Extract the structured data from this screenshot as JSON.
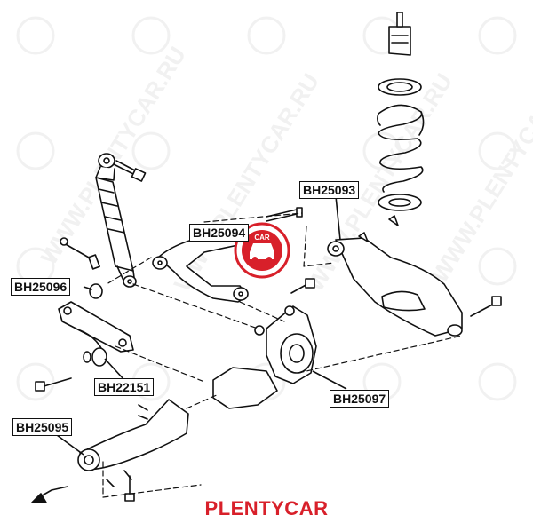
{
  "watermark": {
    "text": "WWW.PLENTYCAR.RU",
    "color": "#e6e6e6"
  },
  "logo": {
    "text": "CAR",
    "color": "#d8202a"
  },
  "labels": {
    "bh25093": "BH25093",
    "bh25094": "BH25094",
    "bh25096": "BH25096",
    "bh22151": "BH22151",
    "bh25097": "BH25097",
    "bh25095": "BH25095"
  },
  "brand": {
    "text": "PLENTYCAR",
    "color": "#d8202a"
  },
  "accent": "#d8202a"
}
